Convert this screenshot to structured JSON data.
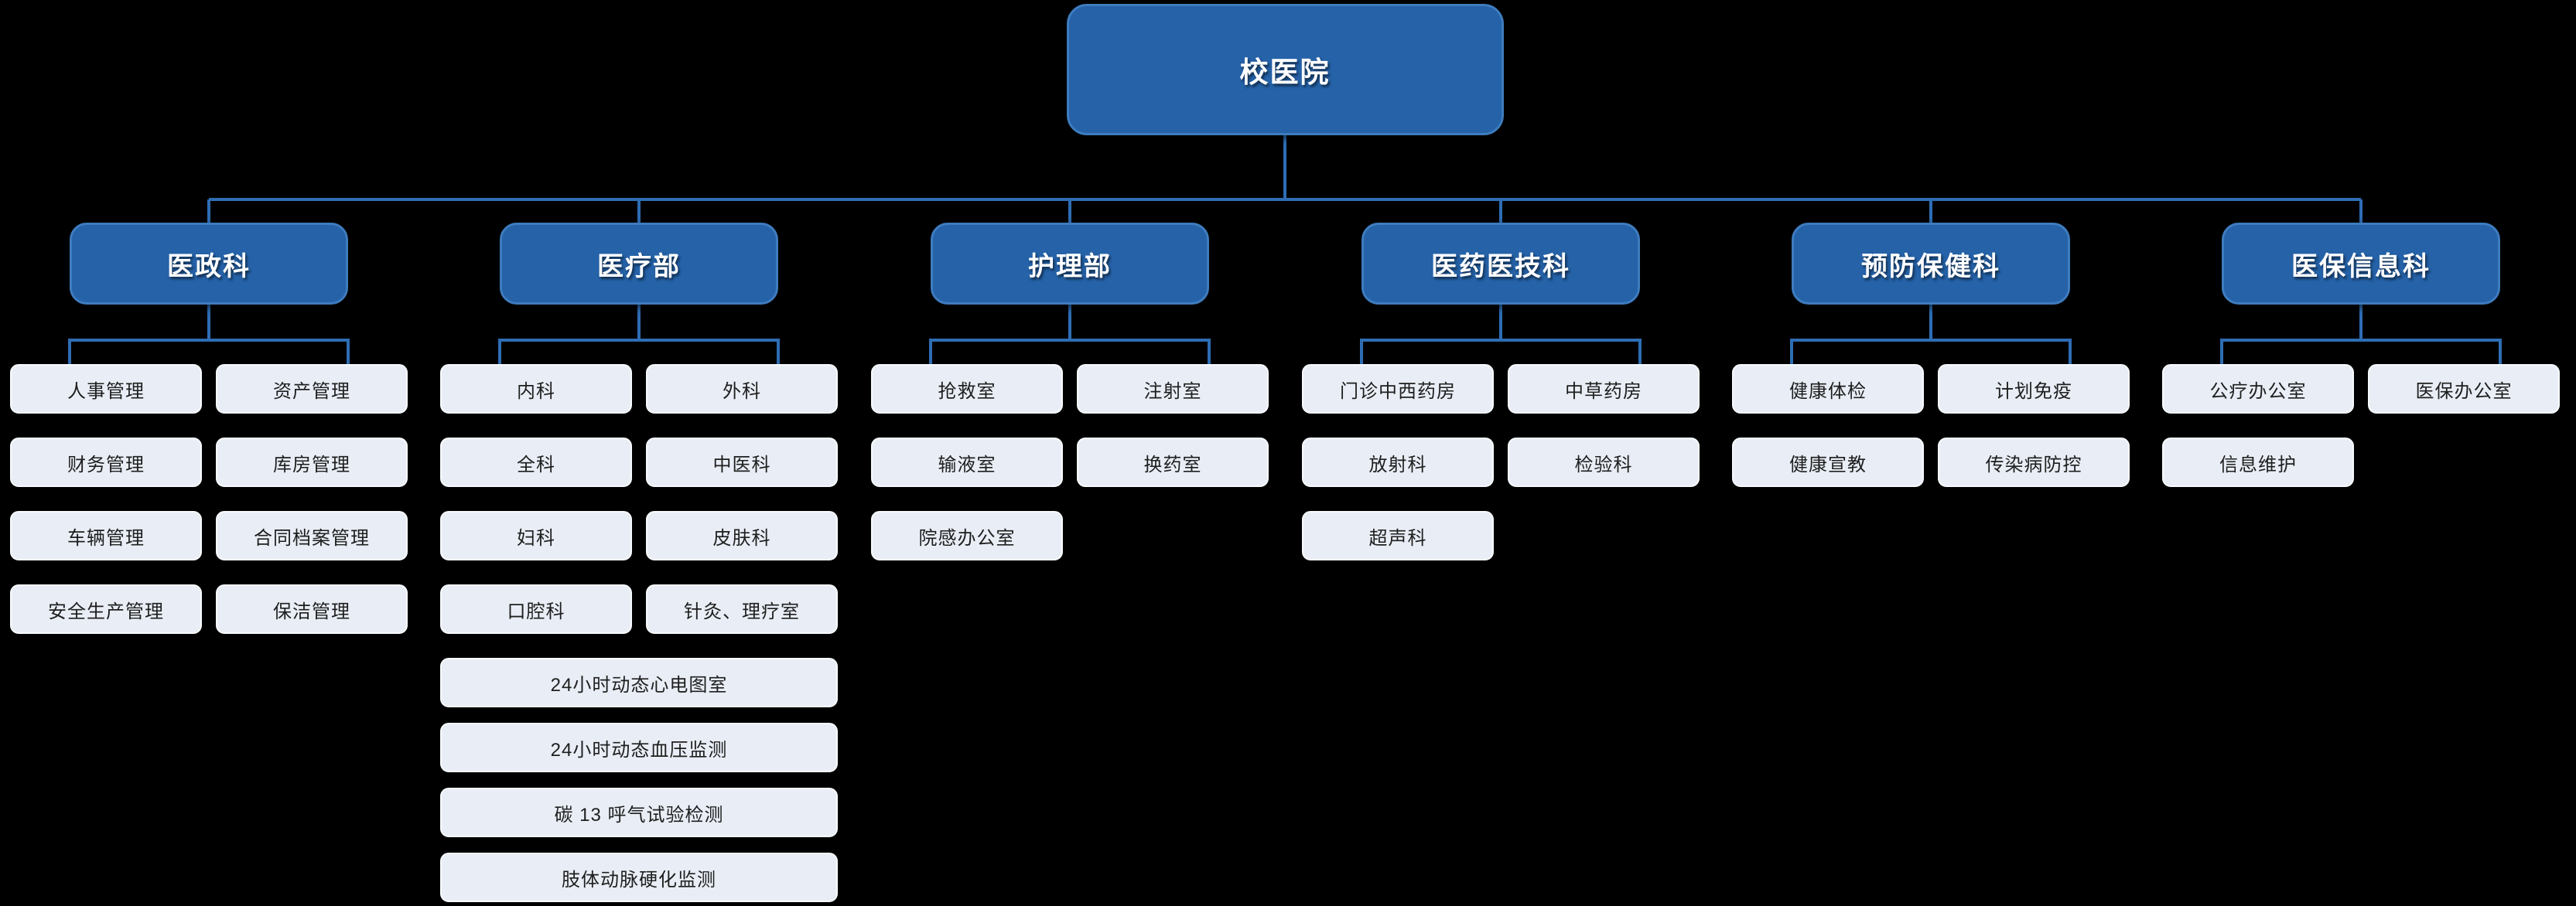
{
  "root": {
    "label": "校医院"
  },
  "departments": [
    {
      "label": "医政科",
      "children": [
        "人事管理",
        "资产管理",
        "财务管理",
        "库房管理",
        "车辆管理",
        "合同档案管理",
        "安全生产管理",
        "保洁管理"
      ],
      "wide_children": []
    },
    {
      "label": "医疗部",
      "children": [
        "内科",
        "外科",
        "全科",
        "中医科",
        "妇科",
        "皮肤科",
        "口腔科",
        "针灸、理疗室"
      ],
      "wide_children": [
        "24小时动态心电图室",
        "24小时动态血压监测",
        "碳 13 呼气试验检测",
        "肢体动脉硬化监测"
      ]
    },
    {
      "label": "护理部",
      "children": [
        "抢救室",
        "注射室",
        "输液室",
        "换药室",
        "院感办公室"
      ],
      "wide_children": []
    },
    {
      "label": "医药医技科",
      "children": [
        "门诊中西药房",
        "中草药房",
        "放射科",
        "检验科",
        "超声科"
      ],
      "wide_children": []
    },
    {
      "label": "预防保健科",
      "children": [
        "健康体检",
        "计划免疫",
        "健康宣教",
        "传染病防控"
      ],
      "wide_children": []
    },
    {
      "label": "医保信息科",
      "children": [
        "公疗办公室",
        "医保办公室",
        "信息维护"
      ],
      "wide_children": []
    }
  ],
  "colors": {
    "background": "#000000",
    "node_fill": "#2562A8",
    "node_border": "#3E7CBE",
    "node_text": "#FFFFFF",
    "leaf_fill": "#E9EEF6",
    "leaf_border": "#F7FAFD",
    "leaf_text": "#1E1E1E",
    "connector": "#2E6DB4"
  }
}
